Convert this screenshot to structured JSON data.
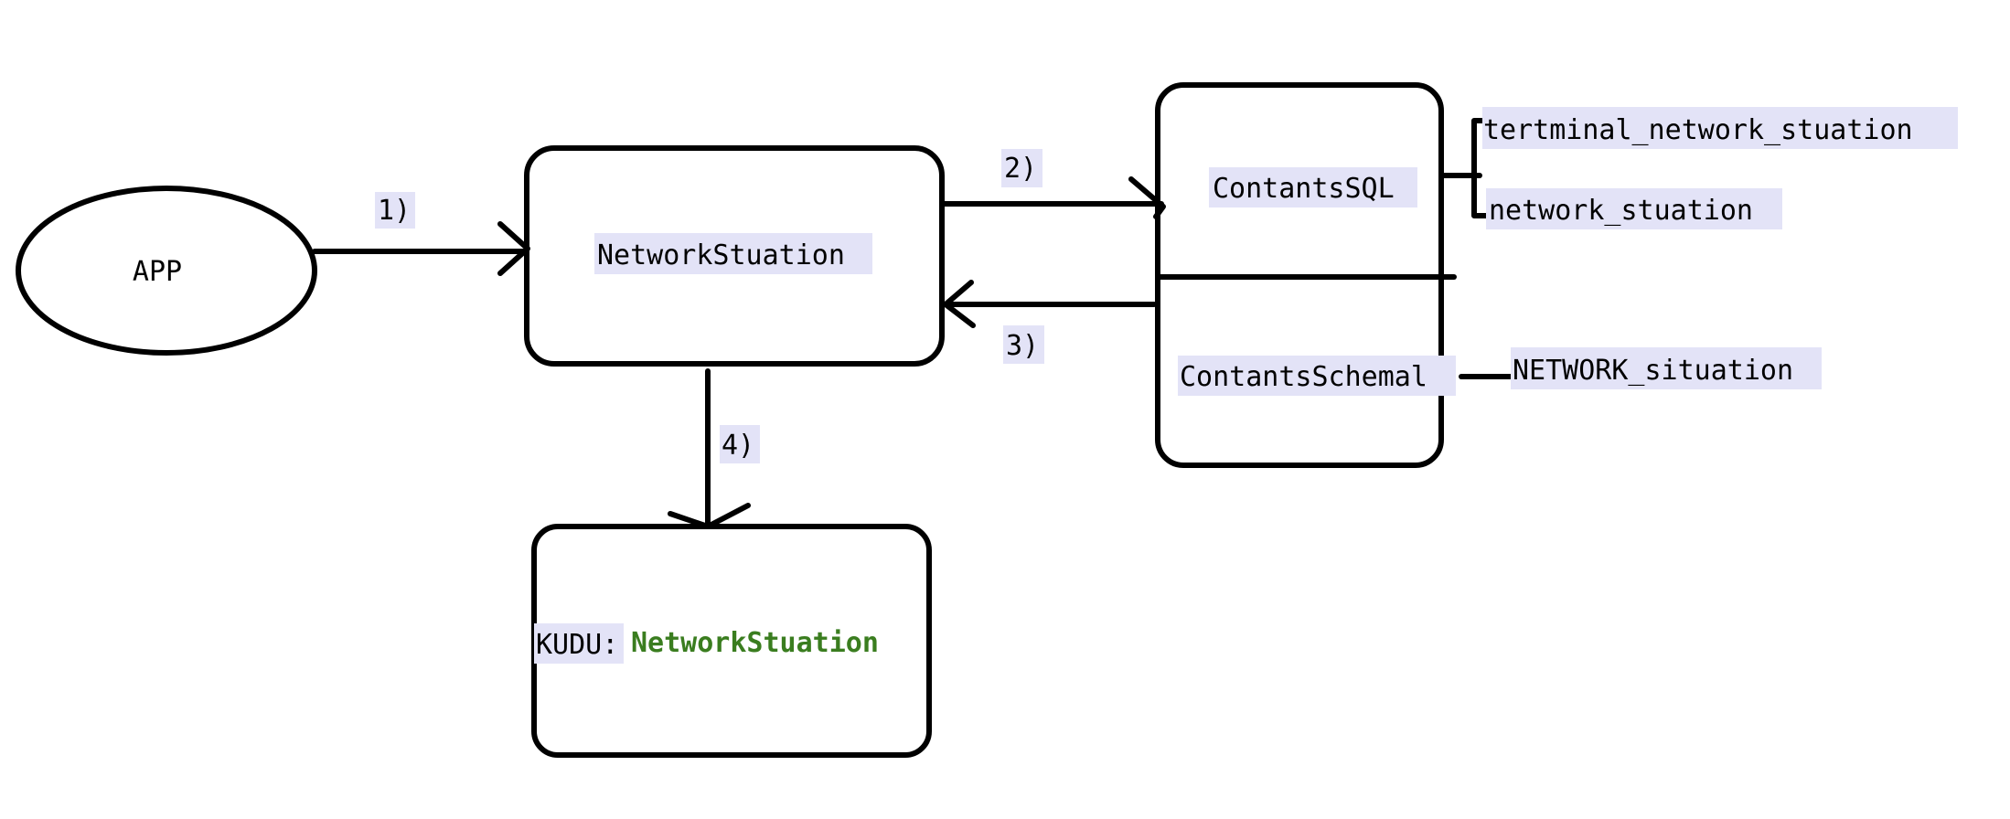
{
  "colors": {
    "stroke": "#000000",
    "highlight": "#e3e3f7",
    "table_name": "#3a7d1f",
    "background": "#ffffff"
  },
  "nodes": {
    "app": "APP",
    "network_stuation": "NetworkStuation",
    "contants_sql": "ContantsSQL",
    "contants_schema": "ContantsSchemal",
    "kudu_prefix": "KUDU:",
    "kudu_table": "NetworkStuation"
  },
  "tables": {
    "terminal_network": "tertminal_network_stuation",
    "network": "network_stuation",
    "network_situation": "NETWORK_situation"
  },
  "steps": {
    "step1": "1)",
    "step2": "2)",
    "step3": "3)",
    "step4": "4)"
  }
}
